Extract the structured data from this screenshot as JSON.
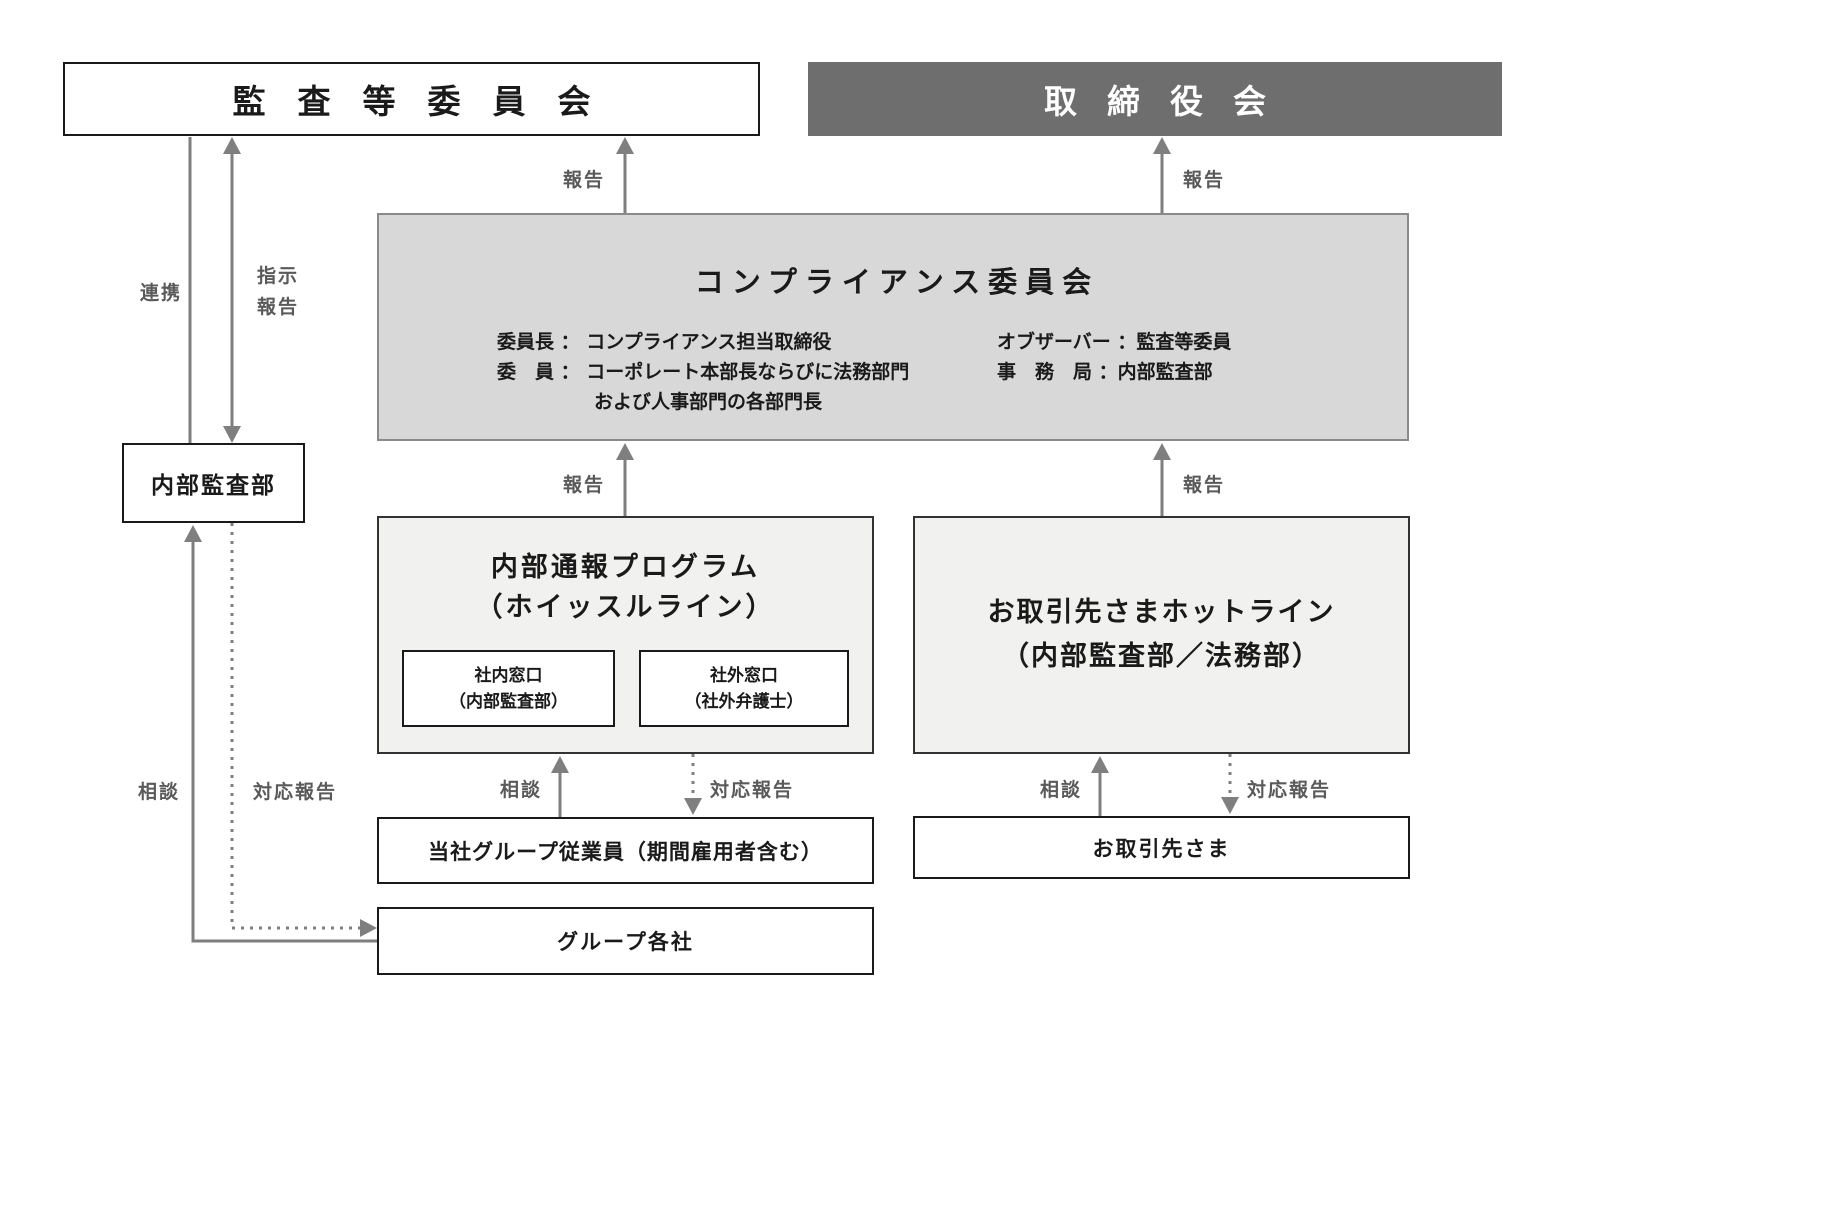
{
  "colors": {
    "board_bg": "#6e6e6e",
    "committee_bg": "#d8d8d8",
    "committee_border": "#8a8a8a",
    "panel_bg": "#f1f1ef",
    "arrow": "#7f7f7f",
    "label": "#5a5a5a"
  },
  "boxes": {
    "audit_committee": {
      "label": "監査等委員会"
    },
    "board_of_directors": {
      "label": "取締役会"
    },
    "compliance_committee": {
      "title": "コンプライアンス委員会",
      "chair_line": "委員長 ： コンプライアンス担当取締役",
      "members_line": "委　員 ： コーポレート本部長ならびに法務部門",
      "members_line2": "および人事部門の各部門長",
      "observer_line": "オブザーバー ：監査等委員",
      "secretariat_line": "事　務　局 ：内部監査部"
    },
    "internal_audit_dept": {
      "label": "内部監査部"
    },
    "whistle_program": {
      "title_line1": "内部通報プログラム",
      "title_line2": "（ホイッスルライン）",
      "internal_desk_line1": "社内窓口",
      "internal_desk_line2": "（内部監査部）",
      "external_desk_line1": "社外窓口",
      "external_desk_line2": "（社外弁護士）"
    },
    "partner_hotline": {
      "title_line1": "お取引先さまホットライン",
      "title_line2": "（内部監査部／法務部）"
    },
    "group_employees": {
      "label": "当社グループ従業員（期間雇用者含む）"
    },
    "partners": {
      "label": "お取引先さま"
    },
    "group_companies": {
      "label": "グループ各社"
    }
  },
  "arrow_labels": {
    "report_to_audit_committee": "報告",
    "report_to_board": "報告",
    "cooperation": "連携",
    "instruction": "指示",
    "instruction_report": "報告",
    "report_from_whistle": "報告",
    "report_from_hotline": "報告",
    "consult_employees": "相談",
    "response_employees": "対応報告",
    "consult_partners": "相談",
    "response_partners": "対応報告",
    "consult_group": "相談",
    "response_group": "対応報告"
  }
}
